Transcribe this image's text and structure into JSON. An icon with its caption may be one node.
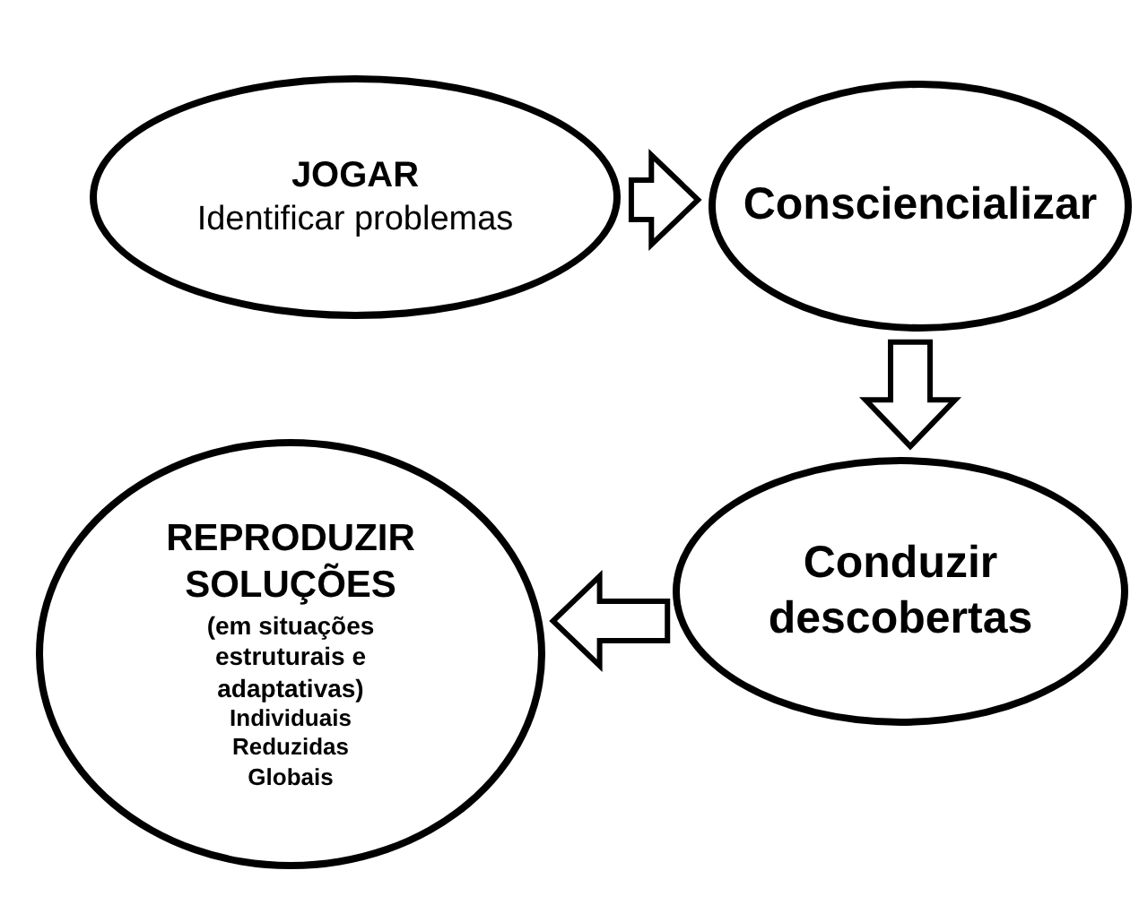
{
  "diagram": {
    "nodes": [
      {
        "text": [
          "JOGAR",
          "Identificar problemas"
        ]
      },
      {
        "text": [
          "Consciencializar"
        ]
      },
      {
        "text": [
          "Conduzir descobertas"
        ]
      },
      {
        "text": [
          "REPRODUZIR SOLUÇÕES",
          "(em situações estruturais e adaptativas)",
          "Individuais",
          "Reduzidas",
          "Globais"
        ]
      }
    ],
    "edges": [
      {
        "from": 0,
        "to": 1,
        "arrow": "to"
      },
      {
        "from": 1,
        "to": 2,
        "arrow": "to"
      },
      {
        "from": 2,
        "to": 3,
        "arrow": "to"
      }
    ]
  }
}
